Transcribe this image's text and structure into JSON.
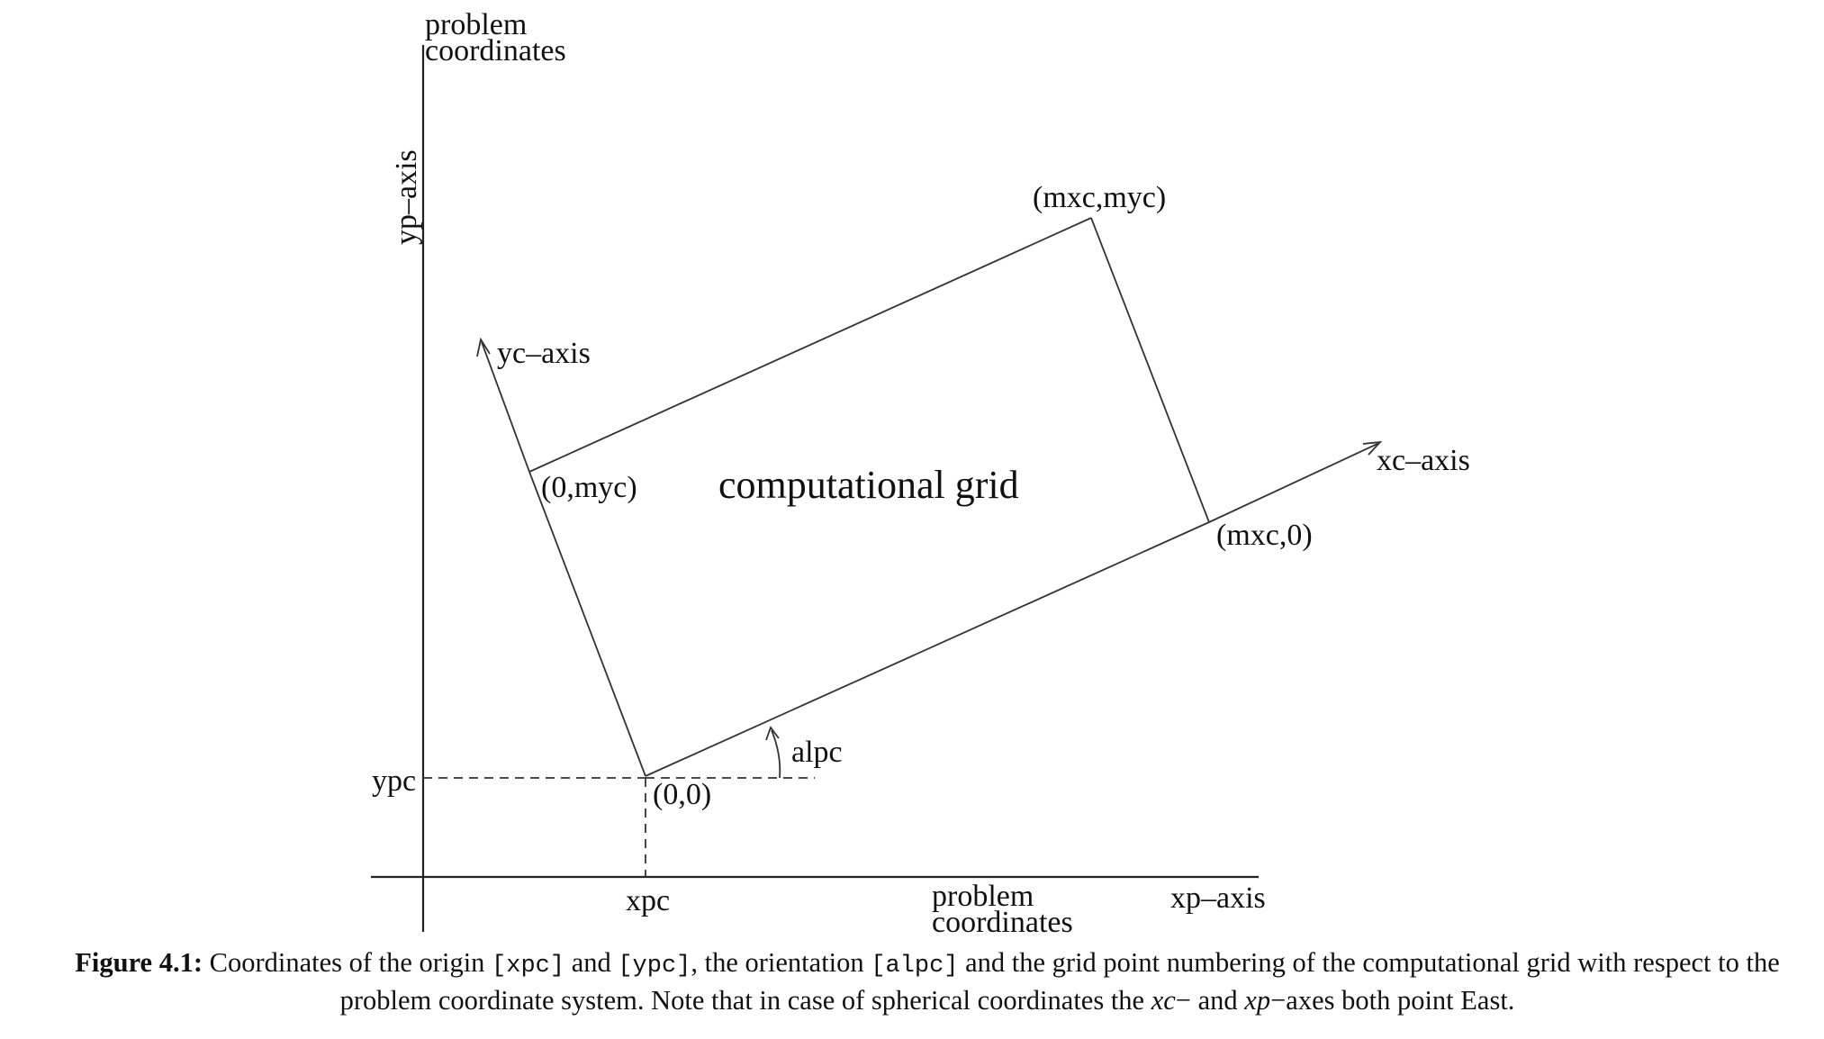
{
  "diagram": {
    "problem_coords_top": [
      "problem",
      "coordinates"
    ],
    "problem_coords_bottom": [
      "problem",
      "coordinates"
    ],
    "yp_axis": "yp–axis",
    "xp_axis": "xp–axis",
    "yc_axis": "yc–axis",
    "xc_axis": "xc–axis",
    "corner_mxc_myc": "(mxc,myc)",
    "corner_0_myc": "(0,myc)",
    "corner_mxc_0": "(mxc,0)",
    "corner_0_0": "(0,0)",
    "grid_label": "computational grid",
    "alpc": "alpc",
    "ypc": "ypc",
    "xpc": "xpc"
  },
  "caption": {
    "label": "Figure 4.1:",
    "t1": " Coordinates of the origin ",
    "c1": "[xpc]",
    "t2": " and ",
    "c2": "[ypc]",
    "t3": ", the orientation ",
    "c3": "[alpc]",
    "t4": " and the grid point numbering of the computational grid with respect to the problem coordinate system. Note that in case of spherical coordinates the ",
    "m1": "xc",
    "t5": "− and ",
    "m2": "xp",
    "t6": "−axes both point East."
  }
}
